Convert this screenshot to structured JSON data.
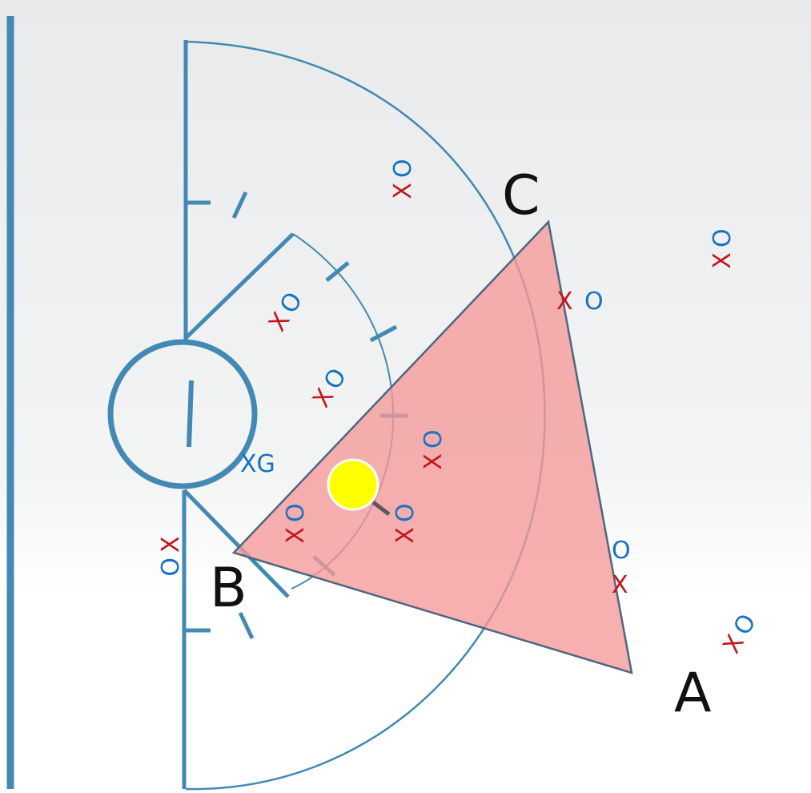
{
  "points": {
    "a": "A",
    "b": "B",
    "c": "C"
  },
  "goalie_label": "XG",
  "markers": {
    "x": "X",
    "o": "O"
  },
  "colors": {
    "field_lines": "#4389b3",
    "triangle_fill": "#f59898",
    "triangle_stroke": "#4e6682",
    "ball": "#ffff00",
    "x_player": "#c2161c",
    "o_player": "#1673c2"
  }
}
